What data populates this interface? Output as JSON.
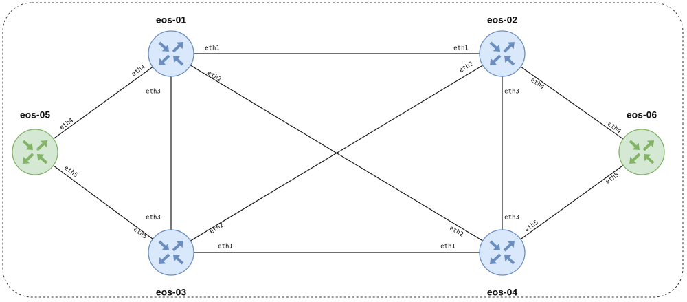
{
  "colors": {
    "core_fill": "#dae8fc",
    "core_stroke": "#6c8ebf",
    "core_arrow": "#6c8ebf",
    "edge_fill": "#d5e8d4",
    "edge_stroke": "#82b366",
    "edge_arrow": "#82b366",
    "link": "#1a1a1a"
  },
  "node_icon": "router-icon",
  "nodes": [
    {
      "id": "eos-01",
      "label": "eos-01",
      "role": "core"
    },
    {
      "id": "eos-02",
      "label": "eos-02",
      "role": "core"
    },
    {
      "id": "eos-03",
      "label": "eos-03",
      "role": "core"
    },
    {
      "id": "eos-04",
      "label": "eos-04",
      "role": "core"
    },
    {
      "id": "eos-05",
      "label": "eos-05",
      "role": "edge"
    },
    {
      "id": "eos-06",
      "label": "eos-06",
      "role": "edge"
    }
  ],
  "links": [
    {
      "from": "eos-01",
      "to": "eos-02",
      "from_port": "eth1",
      "to_port": "eth1"
    },
    {
      "from": "eos-01",
      "to": "eos-04",
      "from_port": "eth2",
      "to_port": "eth2"
    },
    {
      "from": "eos-01",
      "to": "eos-03",
      "from_port": "eth3",
      "to_port": "eth3"
    },
    {
      "from": "eos-01",
      "to": "eos-05",
      "from_port": "eth4",
      "to_port": "eth4"
    },
    {
      "from": "eos-02",
      "to": "eos-03",
      "from_port": "eth2",
      "to_port": "eth2"
    },
    {
      "from": "eos-02",
      "to": "eos-04",
      "from_port": "eth3",
      "to_port": "eth3"
    },
    {
      "from": "eos-02",
      "to": "eos-06",
      "from_port": "eth4",
      "to_port": "eth4"
    },
    {
      "from": "eos-03",
      "to": "eos-04",
      "from_port": "eth1",
      "to_port": "eth1"
    },
    {
      "from": "eos-03",
      "to": "eos-05",
      "from_port": "eth5",
      "to_port": "eth5"
    },
    {
      "from": "eos-04",
      "to": "eos-06",
      "from_port": "eth5",
      "to_port": "eth5"
    }
  ]
}
